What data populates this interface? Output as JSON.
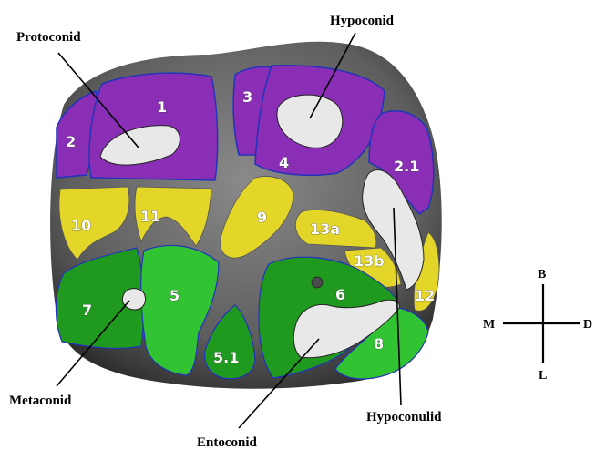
{
  "callouts": {
    "protoconid": "Protoconid",
    "hypoconid": "Hypoconid",
    "metaconid": "Metaconid",
    "entoconid": "Entoconid",
    "hypoconulid": "Hypoconulid"
  },
  "regions": {
    "r1": "1",
    "r2": "2",
    "r3": "3",
    "r4": "4",
    "r21": "2.1",
    "r10": "10",
    "r11": "11",
    "r9": "9",
    "r13a": "13a",
    "r13b": "13b",
    "r12": "12",
    "r7": "7",
    "r5": "5",
    "r51": "5.1",
    "r6": "6",
    "r8": "8"
  },
  "orientation": {
    "top": "B",
    "bottom": "L",
    "left": "M",
    "right": "D"
  },
  "colors": {
    "purple": "#8a2fb5",
    "yellow": "#e3d629",
    "green": "#1f9a1f",
    "green_light": "#31c331",
    "tooth_gray": "#6e6e6e",
    "cusp_white": "#e8e8e8",
    "outline": "#2233bb"
  }
}
